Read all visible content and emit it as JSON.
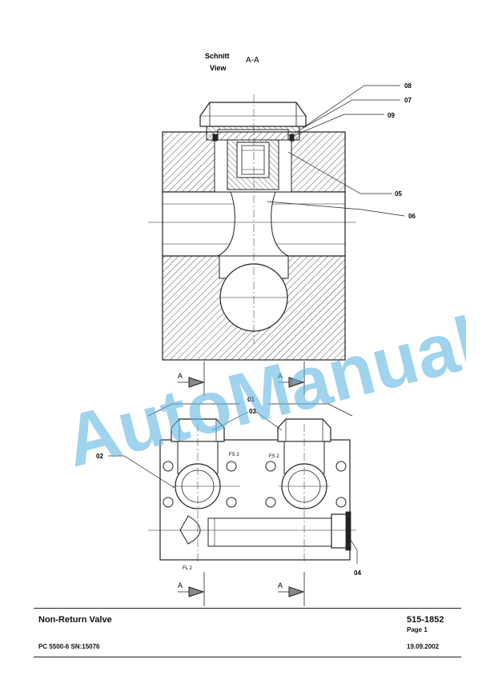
{
  "view": {
    "schnitt": "Schnitt",
    "view_word": "View",
    "section": "A-A"
  },
  "callouts": {
    "c01": "01",
    "c02": "02",
    "c03": "03",
    "c04": "04",
    "c05": "05",
    "c06": "06",
    "c07": "07",
    "c08": "08",
    "c09": "09"
  },
  "port_labels": {
    "fs2_left": "FS 2",
    "fs2_right": "FS 2",
    "fl2": "FL 2"
  },
  "section_marks": {
    "a": "A"
  },
  "title_block": {
    "title": "Non-Return Valve",
    "part_number": "515-1852",
    "page": "Page 1",
    "machine": "PC 5500-6 SN:15076",
    "date": "19.09.2002"
  },
  "watermark": {
    "text": "AutoManual",
    "color": "#5fb6e3"
  }
}
